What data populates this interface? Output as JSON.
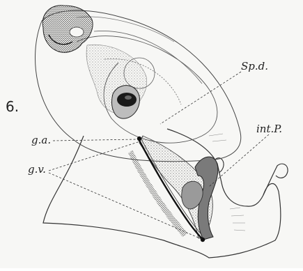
{
  "figure_number": "6.",
  "labels": {
    "sp_d": "Sp.d.",
    "int_p": "int.P.",
    "g_a": "g.a.",
    "g_v": "g.v."
  },
  "colors": {
    "ink": "#222222",
    "paper": "#f7f7f5",
    "shade_dark": "#2a2a2a",
    "shade_mid": "#6a6a6a",
    "shade_light": "#b9b9b9"
  }
}
